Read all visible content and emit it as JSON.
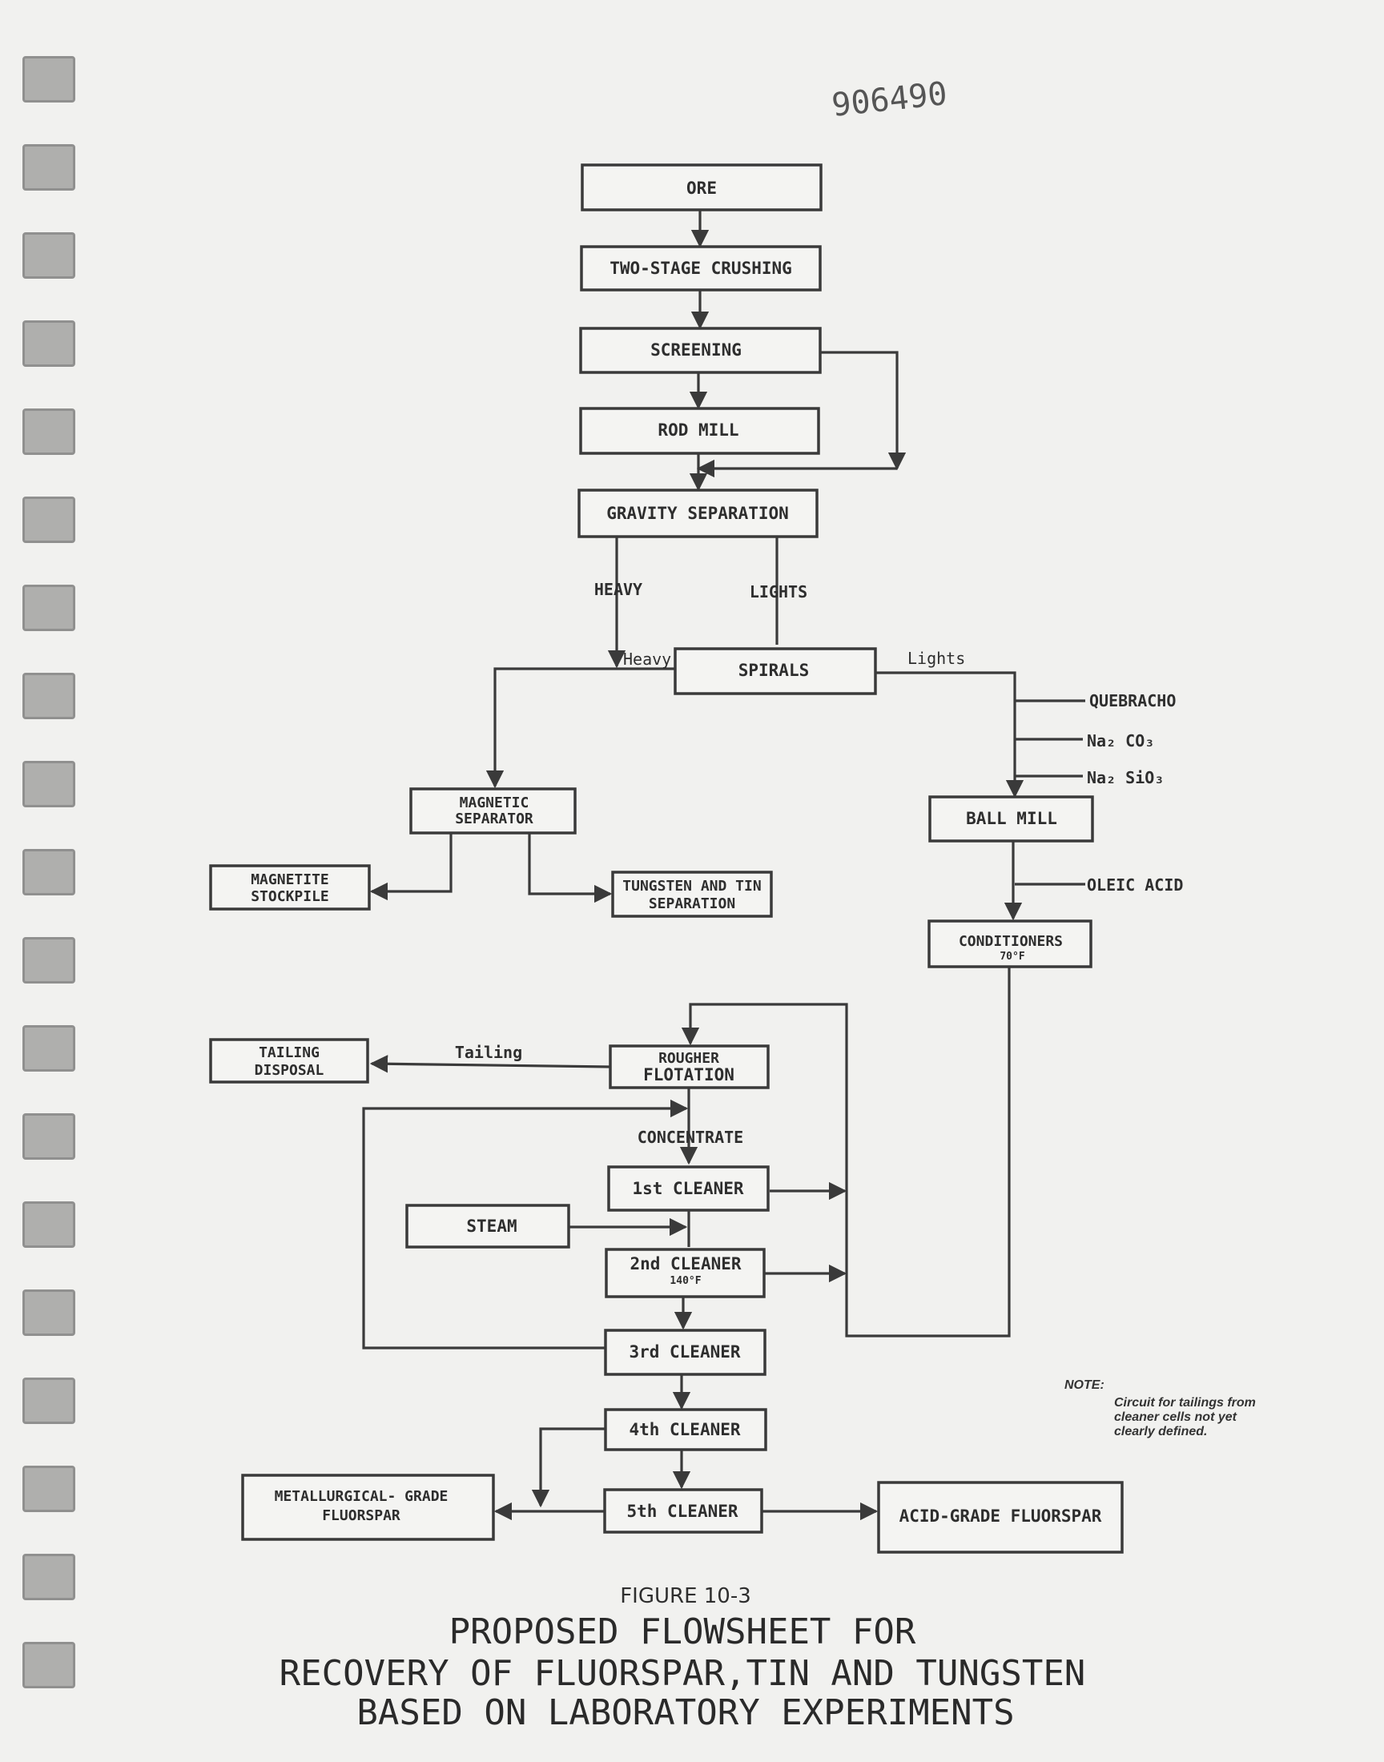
{
  "doc_number": "906490",
  "nodes": {
    "ore": "ORE",
    "crushing": "TWO-STAGE CRUSHING",
    "screening": "SCREENING",
    "rod_mill": "ROD MILL",
    "gravity": "GRAVITY SEPARATION",
    "spirals": "SPIRALS",
    "magnetic_1": "MAGNETIC",
    "magnetic_2": "SEPARATOR",
    "magnetite_1": "MAGNETITE",
    "magnetite_2": "STOCKPILE",
    "tungsten_1": "TUNGSTEN AND TIN",
    "tungsten_2": "SEPARATION",
    "ball_mill": "BALL MILL",
    "conditioners": "CONDITIONERS",
    "conditioners_temp": "70°F",
    "tailing_1": "TAILING",
    "tailing_2": "DISPOSAL",
    "rougher_1": "ROUGHER",
    "rougher_2": "FLOTATION",
    "cleaner1": "1st CLEANER",
    "steam": "STEAM",
    "cleaner2": "2nd CLEANER",
    "cleaner2_temp": "140°F",
    "cleaner3": "3rd CLEANER",
    "cleaner4": "4th CLEANER",
    "cleaner5": "5th CLEANER",
    "metallurgical_1": "METALLURGICAL- GRADE",
    "metallurgical_2": "FLUORSPAR",
    "acid_grade": "ACID-GRADE FLUORSPAR"
  },
  "edge_labels": {
    "heavy_upper": "HEAVY",
    "lights_upper": "LIGHTS",
    "heavy_lower": "Heavy",
    "lights_lower": "Lights",
    "tailing": "Tailing",
    "concentrate": "CONCENTRATE"
  },
  "reagents": {
    "quebracho": "QUEBRACHO",
    "na2co3": "Na₂ CO₃",
    "na2sio3": "Na₂ SiO₃",
    "oleic_acid": "OLEIC ACID"
  },
  "note": {
    "heading": "NOTE:",
    "line1": "Circuit for tailings from",
    "line2": "cleaner cells not yet",
    "line3": "clearly defined."
  },
  "figure": {
    "number": "FIGURE 10-3",
    "title_line1": "PROPOSED FLOWSHEET FOR",
    "title_line2": "RECOVERY OF FLUORSPAR,TIN AND TUNGSTEN",
    "title_line3": "BASED ON LABORATORY EXPERIMENTS"
  }
}
